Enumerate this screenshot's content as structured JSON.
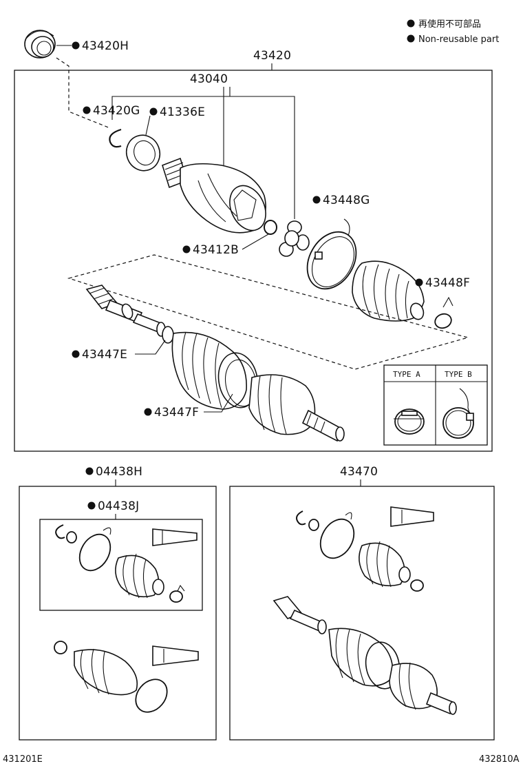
{
  "legend": {
    "jp_text": "再使用不可部品",
    "en_text": "Non-reusable part"
  },
  "parts": {
    "outer_seal": "43420H",
    "assembly": "43420",
    "inner_joint": "43040",
    "snap_ring": "43420G",
    "dust_deflector": "41336E",
    "boot_clamp_large": "43448G",
    "tripod_snap_ring": "43412B",
    "boot_clamp_small": "43448F",
    "shaft_clamp": "43447E",
    "outer_boot_clamp": "43447F",
    "boot_kit_outer": "04438H",
    "boot_kit_inner": "04438J",
    "repair_kit": "43470"
  },
  "type_box": {
    "type_a": "TYPE A",
    "type_b": "TYPE B"
  },
  "footer": {
    "left_code": "431201E",
    "right_code": "432810A"
  }
}
